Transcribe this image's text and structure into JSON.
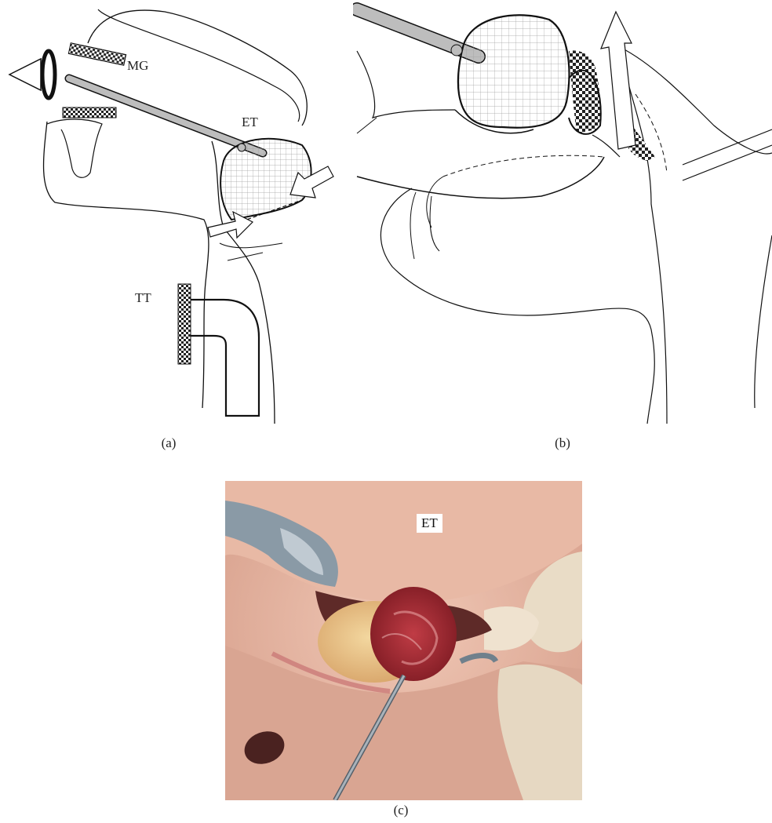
{
  "panels": {
    "a": {
      "caption": "(a)",
      "labels": {
        "mg": "MG",
        "et": "ET",
        "tt": "TT"
      }
    },
    "b": {
      "caption": "(b)"
    },
    "c": {
      "caption": "(c)",
      "labels": {
        "et": "ET"
      }
    }
  },
  "colors": {
    "outline": "#111111",
    "instrument": "#b9b9b9",
    "grid": "#9a9a9a",
    "tissue_red": "#b8323a",
    "skin": "#e7b9a6"
  }
}
